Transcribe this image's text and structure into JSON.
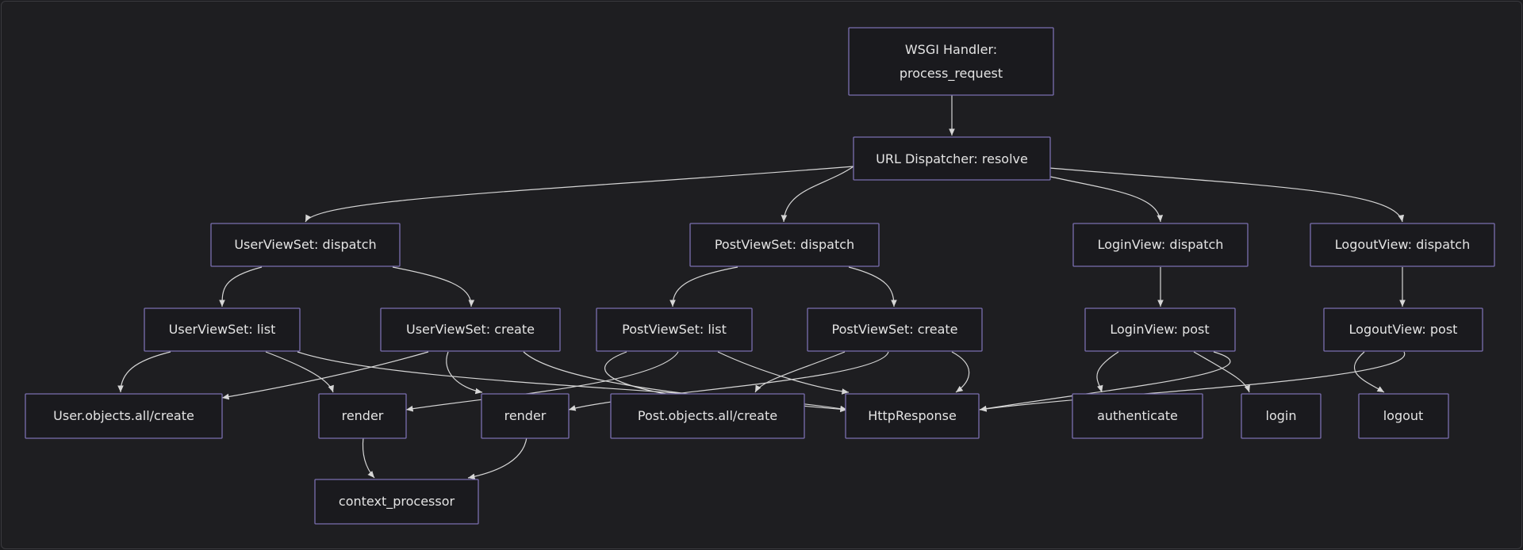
{
  "colors": {
    "background": "#1e1e21",
    "node_fill": "#1a1a1e",
    "node_border": "#7a6fb0",
    "edge": "#d6d6d6",
    "text": "#e4e4e4"
  },
  "nodes": {
    "wsgi": [
      "WSGI Handler:",
      "process_request"
    ],
    "url": "URL Dispatcher: resolve",
    "user_dispatch": "UserViewSet: dispatch",
    "post_dispatch": "PostViewSet: dispatch",
    "login_dispatch": "LoginView: dispatch",
    "logout_dispatch": "LogoutView: dispatch",
    "user_list": "UserViewSet: list",
    "user_create": "UserViewSet: create",
    "post_list": "PostViewSet: list",
    "post_create": "PostViewSet: create",
    "login_post": "LoginView: post",
    "logout_post": "LogoutView: post",
    "user_objects": "User.objects.all/create",
    "render1": "render",
    "render2": "render",
    "post_objects": "Post.objects.all/create",
    "http_response": "HttpResponse",
    "authenticate": "authenticate",
    "login": "login",
    "logout": "logout",
    "context_processor": "context_processor"
  }
}
